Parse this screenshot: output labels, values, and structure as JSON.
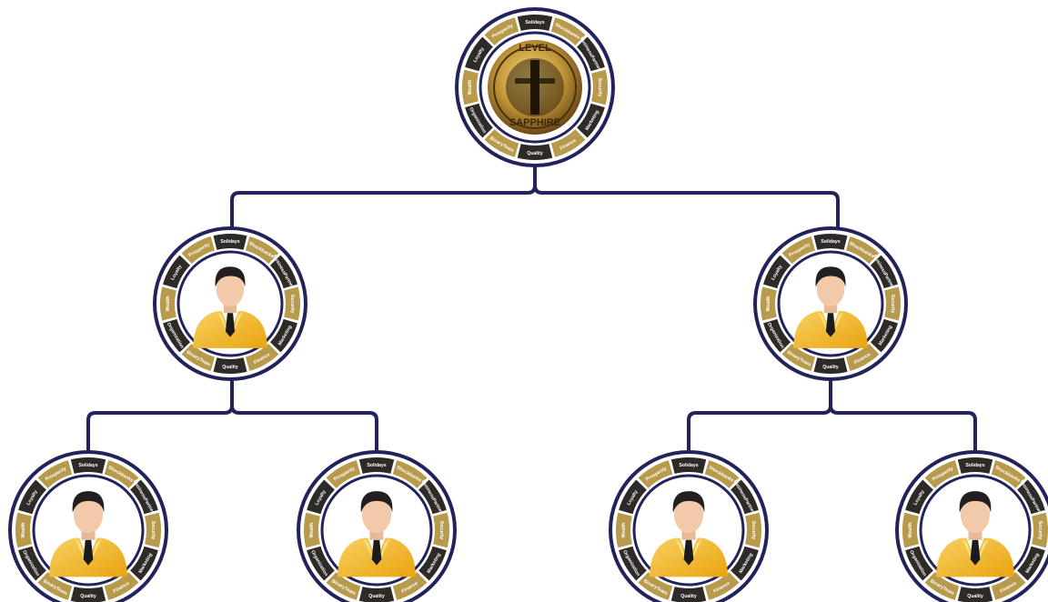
{
  "colors": {
    "connector": "#23235c",
    "ring_outer": "#23235c",
    "segment_gold": "#b89a4d",
    "segment_dark": "#2e2a28",
    "segment_text": "#ffffff",
    "suit_gold": "#f3b51c",
    "suit_light": "#f8d060",
    "face": "#f2c9a9",
    "hair": "#231f20",
    "tie": "#1b1b1b",
    "coin_gold": "#c69a3a",
    "coin_dark": "#5a3c12"
  },
  "ring_labels": [
    "Solidays",
    "Shockbanks",
    "BusinessPartners",
    "Security",
    "Marketing",
    "Finance",
    "Quality",
    "BinaryTeam",
    "Organization",
    "Wealth",
    "Loyalty",
    "Prosperity"
  ],
  "root": {
    "logo_top_text": "LEVEL",
    "logo_bottom_text": "SAPPHIRE"
  },
  "members": [
    {
      "id": "L1-left",
      "icon": "businessman-icon"
    },
    {
      "id": "L1-right",
      "icon": "businessman-icon"
    },
    {
      "id": "L2-1",
      "icon": "businessman-icon"
    },
    {
      "id": "L2-2",
      "icon": "businessman-icon"
    },
    {
      "id": "L2-3",
      "icon": "businessman-icon"
    },
    {
      "id": "L2-4",
      "icon": "businessman-icon"
    }
  ]
}
